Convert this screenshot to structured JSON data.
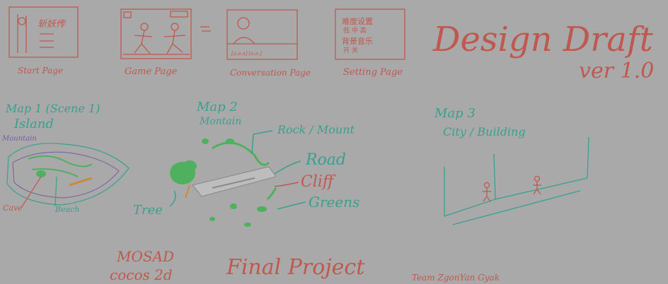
{
  "pages": [
    {
      "label": "Start Page",
      "title": "斩妖传"
    },
    {
      "label": "Game Page"
    },
    {
      "label": "Conversation Page",
      "footer": "[a.a.a] [a.a.]"
    },
    {
      "label": "Setting Page",
      "lines": [
        "难度设置",
        "低 中 高",
        "背景音乐",
        "开 关"
      ]
    }
  ],
  "design": {
    "title": "Design Draft",
    "version": "ver 1.0"
  },
  "maps": [
    {
      "title": "Map 1 (Scene 1)",
      "subtitle": "Island",
      "labels": [
        "Mountain",
        "Cave",
        "Beach"
      ]
    },
    {
      "title": "Map 2",
      "subtitle": "Montain",
      "labels": [
        "Rock / Mount",
        "Road",
        "Cliff",
        "Greens",
        "Tree"
      ]
    },
    {
      "title": "Map 3",
      "subtitle": "City / Building"
    }
  ],
  "footer": {
    "course": "MOSAD",
    "engine": "cocos 2d",
    "project": "Final Project",
    "team": "Team ZgonYan Gyak"
  },
  "colors": {
    "background": "#a9a9a9",
    "red_ink": "#c0584f",
    "teal_ink": "#3aa08e",
    "green_ink": "#4fb060",
    "purple_ink": "#7a5aa8"
  }
}
